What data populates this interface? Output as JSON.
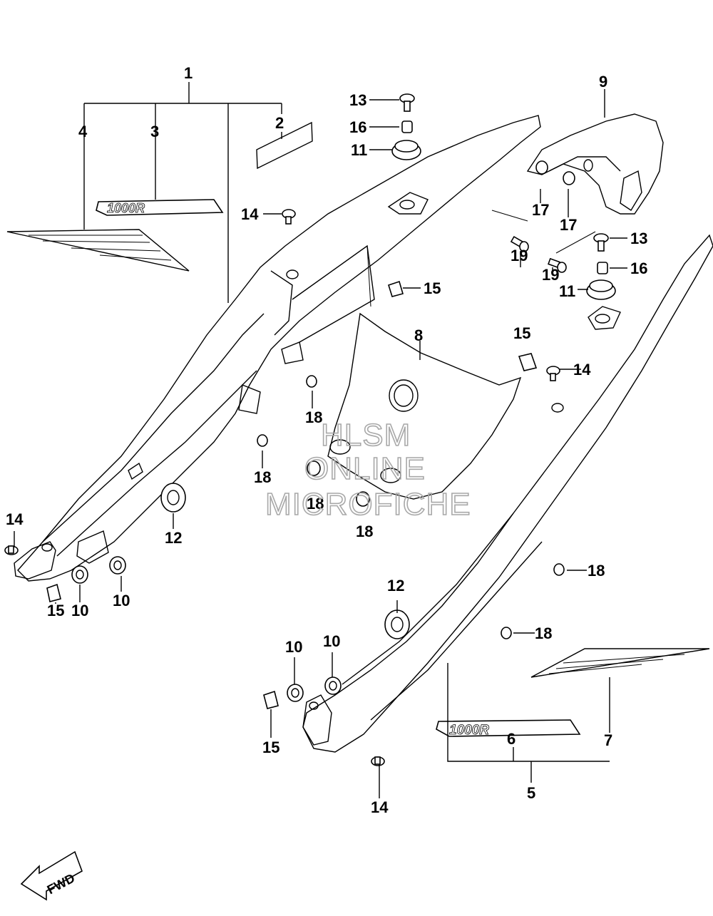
{
  "callouts": [
    {
      "id": "c1",
      "text": "1"
    },
    {
      "id": "c2",
      "text": "2"
    },
    {
      "id": "c3",
      "text": "3"
    },
    {
      "id": "c4",
      "text": "4"
    },
    {
      "id": "c5",
      "text": "5"
    },
    {
      "id": "c6",
      "text": "6"
    },
    {
      "id": "c7",
      "text": "7"
    },
    {
      "id": "c8",
      "text": "8"
    },
    {
      "id": "c9",
      "text": "9"
    },
    {
      "id": "c10a",
      "text": "10"
    },
    {
      "id": "c10b",
      "text": "10"
    },
    {
      "id": "c10c",
      "text": "10"
    },
    {
      "id": "c10d",
      "text": "10"
    },
    {
      "id": "c11a",
      "text": "11"
    },
    {
      "id": "c11b",
      "text": "11"
    },
    {
      "id": "c12a",
      "text": "12"
    },
    {
      "id": "c12b",
      "text": "12"
    },
    {
      "id": "c13a",
      "text": "13"
    },
    {
      "id": "c13b",
      "text": "13"
    },
    {
      "id": "c14a",
      "text": "14"
    },
    {
      "id": "c14b",
      "text": "14"
    },
    {
      "id": "c14c",
      "text": "14"
    },
    {
      "id": "c14d",
      "text": "14"
    },
    {
      "id": "c15a",
      "text": "15"
    },
    {
      "id": "c15b",
      "text": "15"
    },
    {
      "id": "c15c",
      "text": "15"
    },
    {
      "id": "c15d",
      "text": "15"
    },
    {
      "id": "c16a",
      "text": "16"
    },
    {
      "id": "c16b",
      "text": "16"
    },
    {
      "id": "c17a",
      "text": "17"
    },
    {
      "id": "c17b",
      "text": "17"
    },
    {
      "id": "c18a",
      "text": "18"
    },
    {
      "id": "c18b",
      "text": "18"
    },
    {
      "id": "c18c",
      "text": "18"
    },
    {
      "id": "c18d",
      "text": "18"
    },
    {
      "id": "c18e",
      "text": "18"
    },
    {
      "id": "c18f",
      "text": "18"
    },
    {
      "id": "c19a",
      "text": "19"
    },
    {
      "id": "c19b",
      "text": "19"
    }
  ],
  "emblem": {
    "text": "1000R"
  },
  "watermark": {
    "line1": "HLSM",
    "line2": "ONLINE",
    "line3": "MICROFICHE"
  },
  "fwd_badge": {
    "text": "FWD"
  }
}
